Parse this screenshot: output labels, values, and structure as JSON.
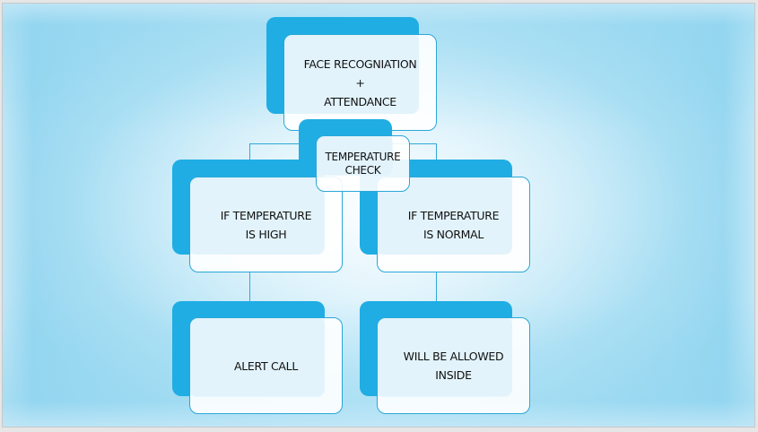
{
  "diagram": {
    "type": "hierarchy-flowchart",
    "accent_color": "#1fade4",
    "border_color": "#2ba7d8",
    "nodes": {
      "root": {
        "label": "FACE RECOGNIATION\n+\nATTENDANCE"
      },
      "check": {
        "label": "TEMPERATURE\nCHECK"
      },
      "high": {
        "label": "IF TEMPERATURE\nIS HIGH"
      },
      "normal": {
        "label": "IF TEMPERATURE\nIS NORMAL"
      },
      "alert": {
        "label": "ALERT CALL"
      },
      "allowed": {
        "label": "WILL BE ALLOWED\nINSIDE"
      }
    },
    "edges": [
      {
        "from": "root",
        "to": "high"
      },
      {
        "from": "root",
        "to": "normal"
      },
      {
        "from": "high",
        "to": "alert"
      },
      {
        "from": "normal",
        "to": "allowed"
      }
    ]
  }
}
